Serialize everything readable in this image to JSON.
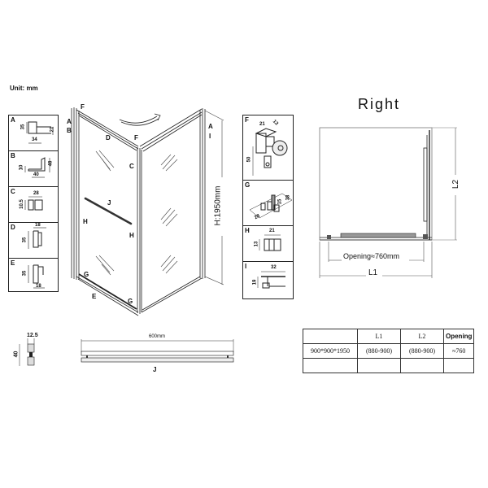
{
  "header": {
    "unit_label": "Unit: mm"
  },
  "profiles_panel": {
    "items": [
      {
        "letter": "A",
        "dims": [
          "35",
          "21",
          "34"
        ]
      },
      {
        "letter": "B",
        "dims": [
          "10",
          "40",
          "48"
        ]
      },
      {
        "letter": "C",
        "dims": [
          "10.5",
          "28"
        ]
      },
      {
        "letter": "D",
        "dims": [
          "18",
          "35"
        ]
      },
      {
        "letter": "E",
        "dims": [
          "35",
          "18"
        ]
      }
    ]
  },
  "enclosure_3d": {
    "part_labels": {
      "A_left": "A",
      "B_left": "B",
      "F_top_left": "F",
      "D": "D",
      "F_corner": "F",
      "C": "C",
      "J": "J",
      "H_left": "H",
      "H_right": "H",
      "G_left": "G",
      "E": "E",
      "G_bottom": "G",
      "A_right": "A",
      "I_right": "I"
    },
    "height_label": "H:1950mm",
    "rotation_arrow": "curved-arrow"
  },
  "hardware_panel": {
    "items": [
      {
        "letter": "F",
        "dims": [
          "21",
          "13",
          "50"
        ]
      },
      {
        "letter": "G",
        "dims": [
          "28",
          "15",
          "38"
        ]
      },
      {
        "letter": "H",
        "dims": [
          "21",
          "13"
        ]
      },
      {
        "letter": "I",
        "dims": [
          "32",
          "19"
        ]
      }
    ]
  },
  "plan_view": {
    "title": "Right",
    "opening_label": "Opening≈760mm",
    "l1_label": "L1",
    "l2_label": "L2"
  },
  "handle_detail": {
    "width_label": "12.5",
    "height_label": "40"
  },
  "towel_bar": {
    "length_label": "600mm",
    "part_label": "J"
  },
  "spec_table": {
    "headers": [
      "",
      "L1",
      "L2",
      "Opening"
    ],
    "rows": [
      [
        "900*900*1950",
        "(880-900)",
        "(880-900)",
        "≈760"
      ],
      [
        "",
        "",
        "",
        ""
      ]
    ]
  }
}
